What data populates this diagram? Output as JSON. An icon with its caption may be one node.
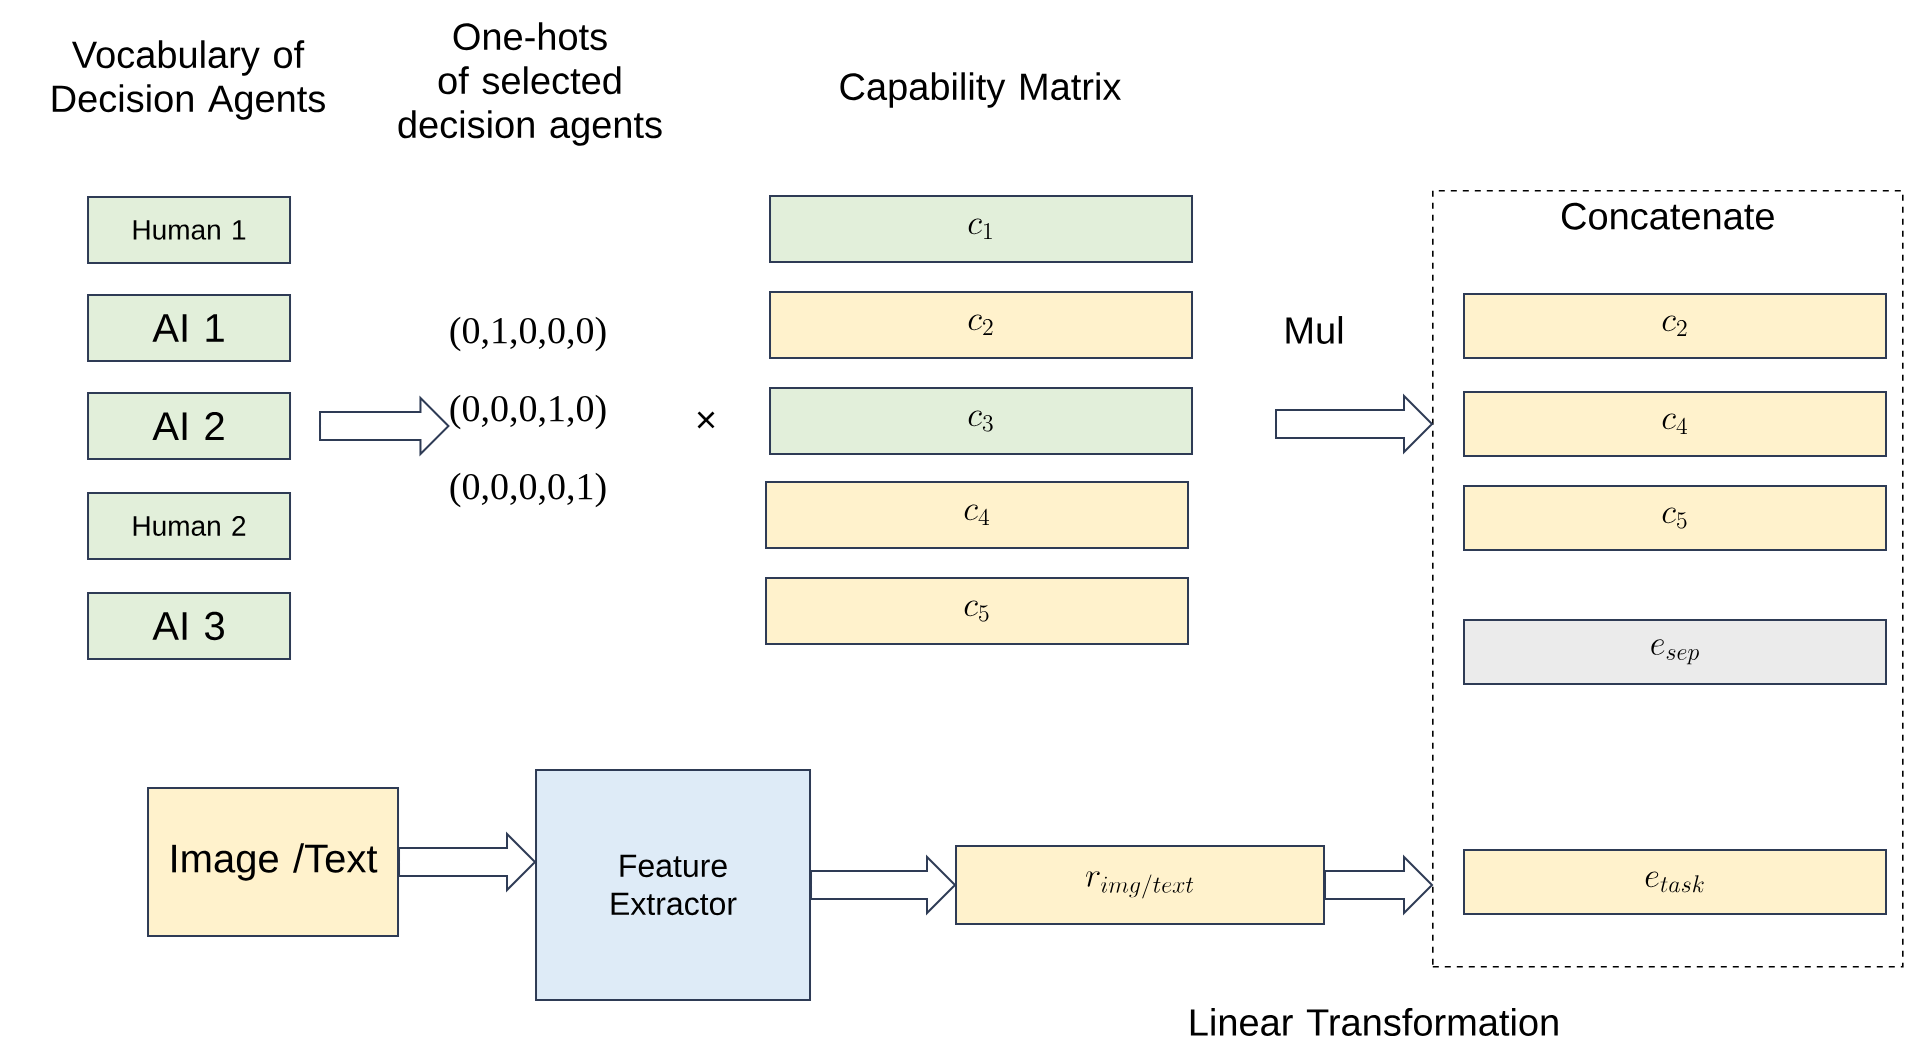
{
  "diagram": {
    "nodes": [
      {
        "text": [
          "Human 1"
        ]
      },
      {
        "text": [
          "AI 1"
        ]
      },
      {
        "text": [
          "AI 2"
        ]
      },
      {
        "text": [
          "Human 2"
        ]
      },
      {
        "text": [
          "AI 3"
        ]
      },
      {
        "text": [
          "(0,1,0,0,0)",
          "(0,0,0,1,0)",
          "(0,0,0,0,1)"
        ]
      },
      {
        "text": [
          "c_1"
        ]
      },
      {
        "text": [
          "c_2"
        ]
      },
      {
        "text": [
          "c_3"
        ]
      },
      {
        "text": [
          "c_4"
        ]
      },
      {
        "text": [
          "c_5"
        ]
      },
      {
        "text": [
          "Concatenate"
        ]
      },
      {
        "text": [
          "c_2"
        ],
        "in": 11
      },
      {
        "text": [
          "c_4"
        ],
        "in": 11
      },
      {
        "text": [
          "c_5"
        ],
        "in": 11
      },
      {
        "text": [
          "e_{sep}"
        ],
        "in": 11
      },
      {
        "text": [
          "e_{task}"
        ],
        "in": 11
      },
      {
        "text": [
          "Image /Text"
        ]
      },
      {
        "text": [
          "Feature Extractor"
        ]
      },
      {
        "text": [
          "r_{img/text}"
        ]
      }
    ],
    "edges": [
      {
        "from": null,
        "to": 5,
        "arrow": "to"
      },
      {
        "from": null,
        "to": 11,
        "arrow": "to",
        "label": "Mul"
      },
      {
        "from": 17,
        "to": 18,
        "arrow": "to"
      },
      {
        "from": 18,
        "to": 19,
        "arrow": "to"
      },
      {
        "from": 19,
        "to": 11,
        "arrow": "to"
      }
    ],
    "labels": [
      "Vocabulary of Decision Agents",
      "One-hots of selected decision agents",
      "Capability Matrix",
      "×",
      "Linear Transformation"
    ]
  }
}
